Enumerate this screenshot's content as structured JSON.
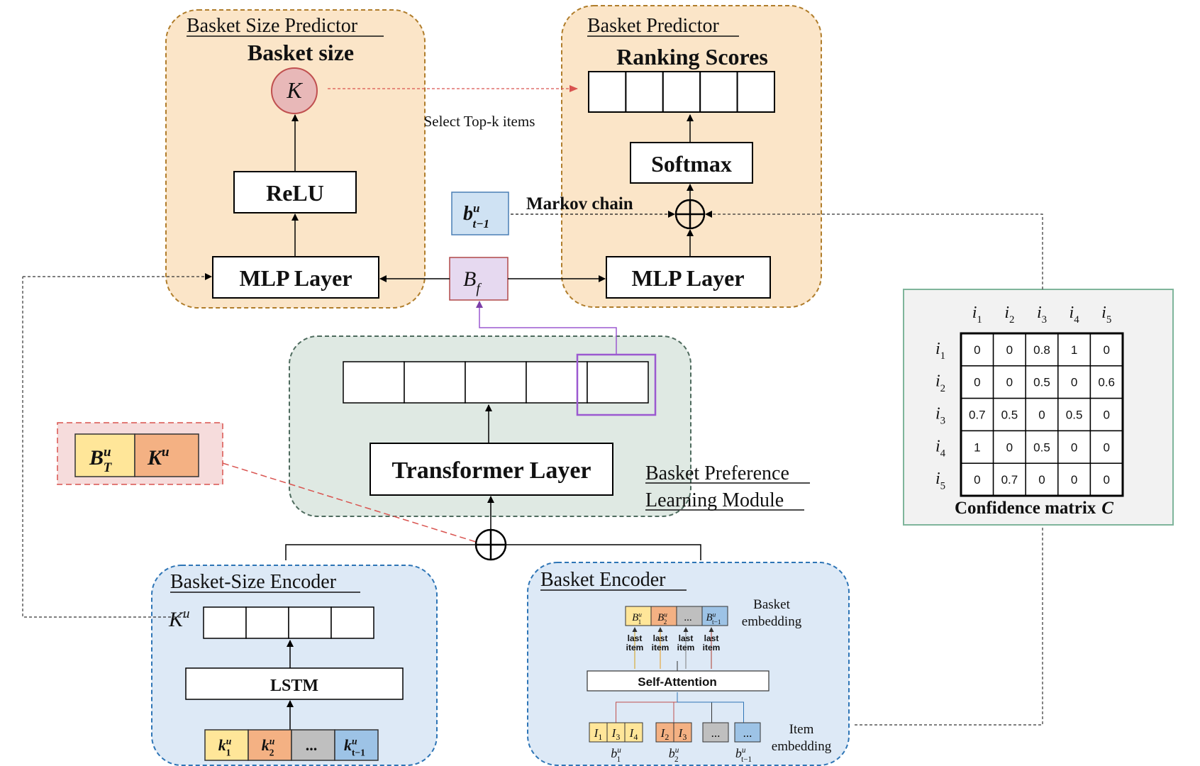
{
  "colors": {
    "predictor_fill": "#fbe5c8",
    "predictor_stroke": "#b07d2b",
    "preference_fill": "#dfe9e3",
    "preference_stroke": "#4e6b5e",
    "encoder_fill": "#dde9f6",
    "encoder_stroke": "#2e75b6",
    "matrix_fill": "#f2f2f2",
    "matrix_stroke": "#7fb59b",
    "k_circle_fill": "#e8b8b8",
    "k_circle_stroke": "#c05050",
    "bf_fill": "#e6d9f0",
    "bf_stroke": "#b04848",
    "bprev_fill": "#cfe2f3",
    "bprev_stroke": "#4a7fb5",
    "highlight": "#9b59d0",
    "yellow": "#ffe699",
    "orange": "#f4b183",
    "gray": "#bfbfbf",
    "blue": "#9dc3e6",
    "red_dash": "#d9534f",
    "last_item_colors": [
      "#d4a017",
      "#e69a1e",
      "#7f7f7f",
      "#b03a2e"
    ]
  },
  "size_predictor": {
    "title": "Basket Size Predictor",
    "heading": "Basket size",
    "k_symbol": "K",
    "relu_label": "ReLU",
    "mlp_label": "MLP Layer"
  },
  "basket_predictor": {
    "title": "Basket Predictor",
    "heading": "Ranking Scores",
    "softmax_label": "Softmax",
    "mlp_label": "MLP Layer"
  },
  "select_topk_label": "Select Top-k items",
  "markov_chain_label": "Markov chain",
  "b_prev": {
    "base": "b",
    "sup": "u",
    "sub": "t−1"
  },
  "b_f": {
    "base": "B",
    "sub": "f"
  },
  "preference_module": {
    "transformer_label": "Transformer Layer",
    "caption_line1": "Basket Preference",
    "caption_line2": "Learning Module"
  },
  "legend": {
    "b_base": "B",
    "b_sup": "u",
    "b_sub": "T",
    "k_base": "K",
    "k_sup": "u"
  },
  "size_encoder": {
    "title": "Basket-Size Encoder",
    "k_base": "K",
    "k_sup": "u",
    "lstm_label": "LSTM",
    "inputs": [
      {
        "base": "k",
        "sup": "u",
        "sub": "1"
      },
      {
        "base": "k",
        "sup": "u",
        "sub": "2"
      },
      {
        "base": "...",
        "sup": "",
        "sub": ""
      },
      {
        "base": "k",
        "sup": "u",
        "sub": "t−1"
      }
    ]
  },
  "basket_encoder": {
    "title": "Basket Encoder",
    "basket_embedding_line1": "Basket",
    "basket_embedding_line2": "embedding",
    "item_embedding_line1": "Item",
    "item_embedding_line2": "embedding",
    "self_attention_label": "Self-Attention",
    "last_item_line1": "last",
    "last_item_line2": "item",
    "embeddings": [
      {
        "base": "B",
        "sup": "u",
        "sub": "1"
      },
      {
        "base": "B",
        "sup": "u",
        "sub": "2"
      },
      {
        "base": "...",
        "sup": "",
        "sub": ""
      },
      {
        "base": "B",
        "sup": "u",
        "sub": "t−1"
      }
    ],
    "groups": [
      {
        "items": [
          "I1",
          "I3",
          "I4"
        ],
        "label": {
          "base": "b",
          "sup": "u",
          "sub": "1"
        }
      },
      {
        "items": [
          "I2",
          "I3"
        ],
        "label": {
          "base": "b",
          "sup": "u",
          "sub": "2"
        }
      },
      {
        "items": [
          "..."
        ],
        "label": {
          "base": "",
          "sup": "",
          "sub": ""
        }
      },
      {
        "items": [
          "..."
        ],
        "label": {
          "base": "b",
          "sup": "u",
          "sub": "t−1"
        }
      }
    ]
  },
  "confidence_matrix": {
    "caption": "Confidence matrix",
    "symbol": "C",
    "col_labels": [
      {
        "base": "i",
        "sub": "1"
      },
      {
        "base": "i",
        "sub": "2"
      },
      {
        "base": "i",
        "sub": "3"
      },
      {
        "base": "i",
        "sub": "4"
      },
      {
        "base": "i",
        "sub": "5"
      }
    ],
    "row_labels": [
      {
        "base": "i",
        "sub": "1"
      },
      {
        "base": "i",
        "sub": "2"
      },
      {
        "base": "i",
        "sub": "3"
      },
      {
        "base": "i",
        "sub": "4"
      },
      {
        "base": "i",
        "sub": "5"
      }
    ],
    "values": [
      [
        "0",
        "0",
        "0.8",
        "1",
        "0"
      ],
      [
        "0",
        "0",
        "0.5",
        "0",
        "0.6"
      ],
      [
        "0.7",
        "0.5",
        "0",
        "0.5",
        "0"
      ],
      [
        "1",
        "0",
        "0.5",
        "0",
        "0"
      ],
      [
        "0",
        "0.7",
        "0",
        "0",
        "0"
      ]
    ]
  }
}
